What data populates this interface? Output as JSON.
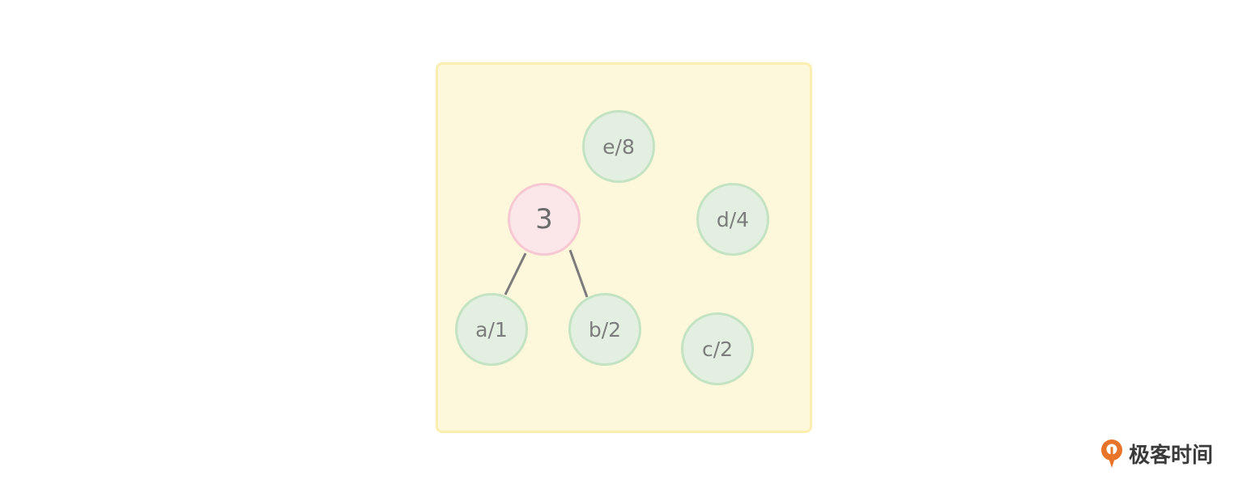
{
  "diagram": {
    "nodes": [
      {
        "id": "e",
        "label": "e/8",
        "kind": "leaf"
      },
      {
        "id": "d",
        "label": "d/4",
        "kind": "leaf"
      },
      {
        "id": "c",
        "label": "c/2",
        "kind": "leaf"
      },
      {
        "id": "a",
        "label": "a/1",
        "kind": "leaf"
      },
      {
        "id": "b",
        "label": "b/2",
        "kind": "leaf"
      },
      {
        "id": "n3",
        "label": "3",
        "kind": "merged"
      }
    ],
    "edges": [
      {
        "from": "n3",
        "to": "a"
      },
      {
        "from": "n3",
        "to": "b"
      }
    ],
    "colors": {
      "panel_fill": "#fdf7dc",
      "panel_border": "#fbeeb0",
      "leaf_fill": "#e3efe0",
      "leaf_border": "#c3e3c3",
      "merged_fill": "#fbe7ea",
      "merged_border": "#f6c9d2",
      "edge": "#7b7b7b"
    }
  },
  "watermark": {
    "text": "极客时间",
    "icon": "geektime-logo-icon",
    "color": "#e8742a"
  }
}
